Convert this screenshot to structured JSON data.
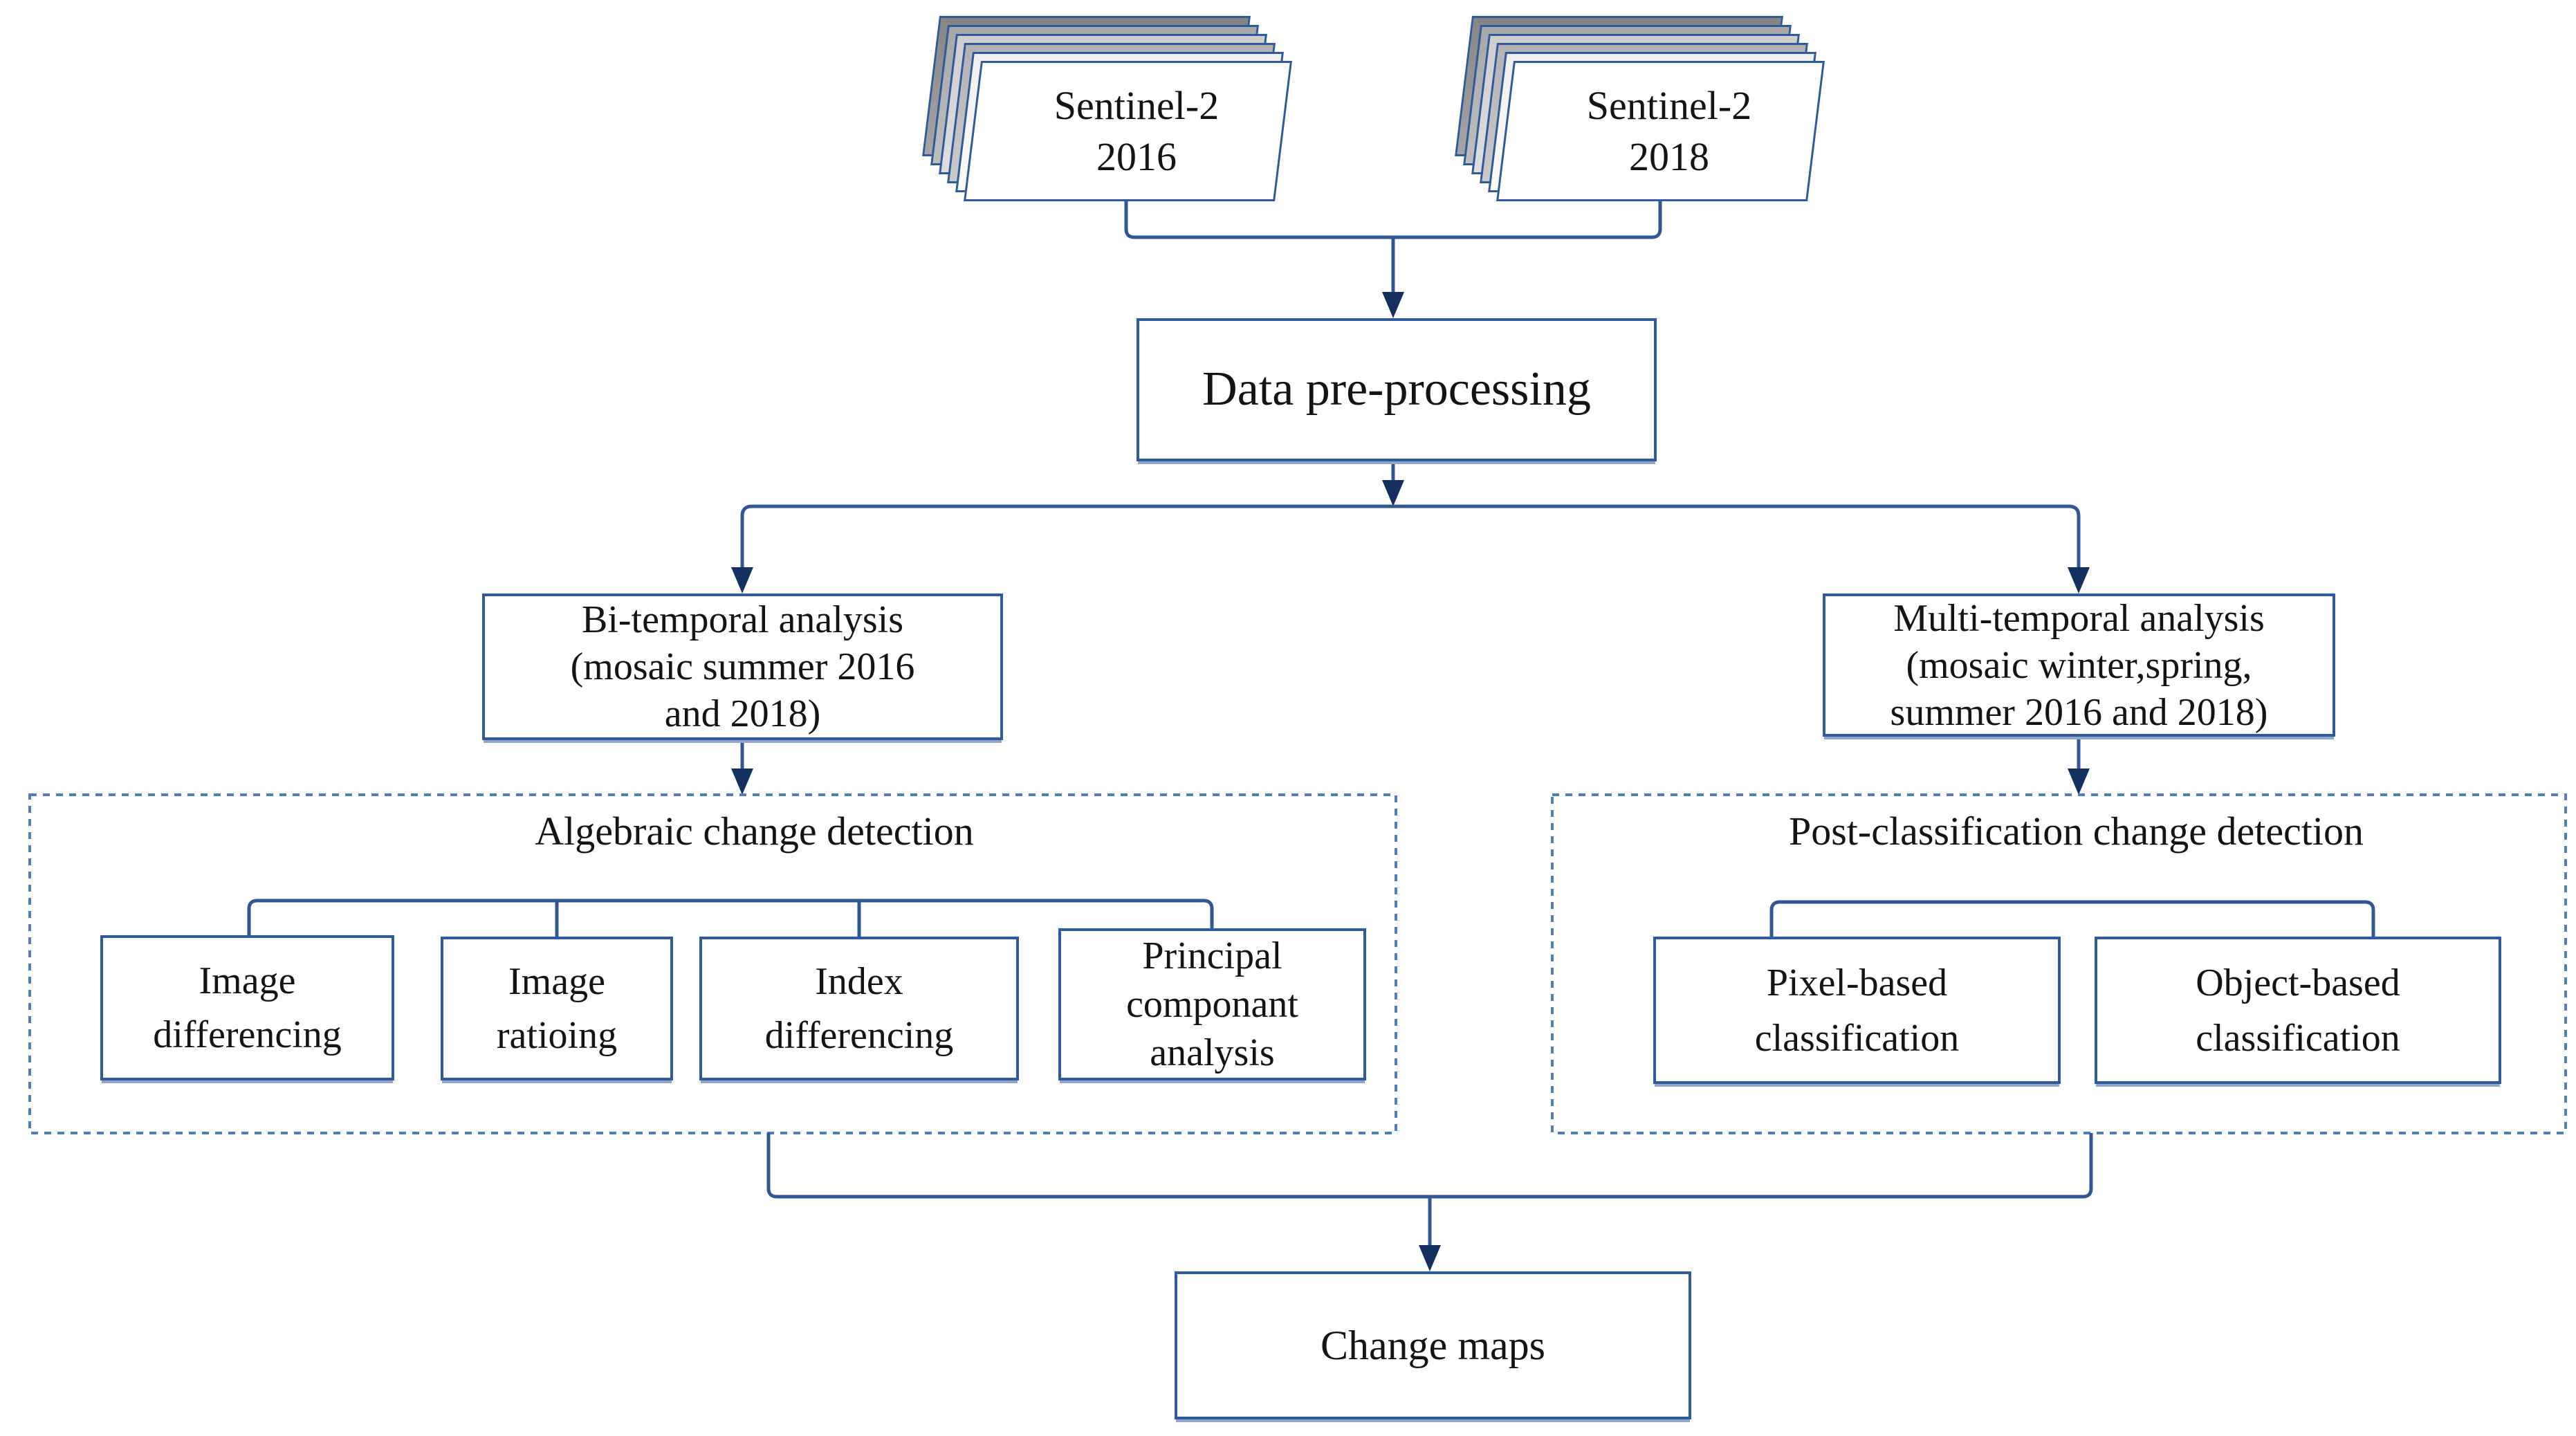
{
  "figure": {
    "type": "flowchart",
    "palette": {
      "connector": "#2f5795",
      "arrowhead": "#14305f",
      "box_border": "#2e5b9c",
      "dashed_border": "#4e7fba",
      "text": "#141414",
      "box_shadow": "#93a5c4",
      "page_grays": [
        "#858585",
        "#a7a7a7",
        "#cecece",
        "#b2b2b2",
        "#efefef",
        "#ffffff"
      ]
    },
    "stacks": [
      {
        "line1": "Sentinel-2",
        "line2": "2016"
      },
      {
        "line1": "Sentinel-2",
        "line2": "2018"
      }
    ],
    "nodes": {
      "preprocessing": {
        "label": "Data pre-processing"
      },
      "bitemporal": {
        "lines": [
          "Bi-temporal analysis",
          "(mosaic summer 2016",
          "and 2018)"
        ]
      },
      "multitemporal": {
        "lines": [
          "Multi-temporal analysis",
          "(mosaic winter,spring,",
          "summer 2016 and 2018)"
        ]
      },
      "change_maps": {
        "label": "Change maps"
      }
    },
    "groups": {
      "algebraic": {
        "title": "Algebraic change detection",
        "methods": [
          {
            "lines": [
              "Image",
              "differencing"
            ]
          },
          {
            "lines": [
              "Image",
              "ratioing"
            ]
          },
          {
            "lines": [
              "Index",
              "differencing"
            ]
          },
          {
            "lines": [
              "Principal",
              "componant",
              "analysis"
            ]
          }
        ]
      },
      "postclassification": {
        "title": "Post-classification change detection",
        "methods": [
          {
            "lines": [
              "Pixel-based",
              "classification"
            ]
          },
          {
            "lines": [
              "Object-based",
              "classification"
            ]
          }
        ]
      }
    }
  }
}
